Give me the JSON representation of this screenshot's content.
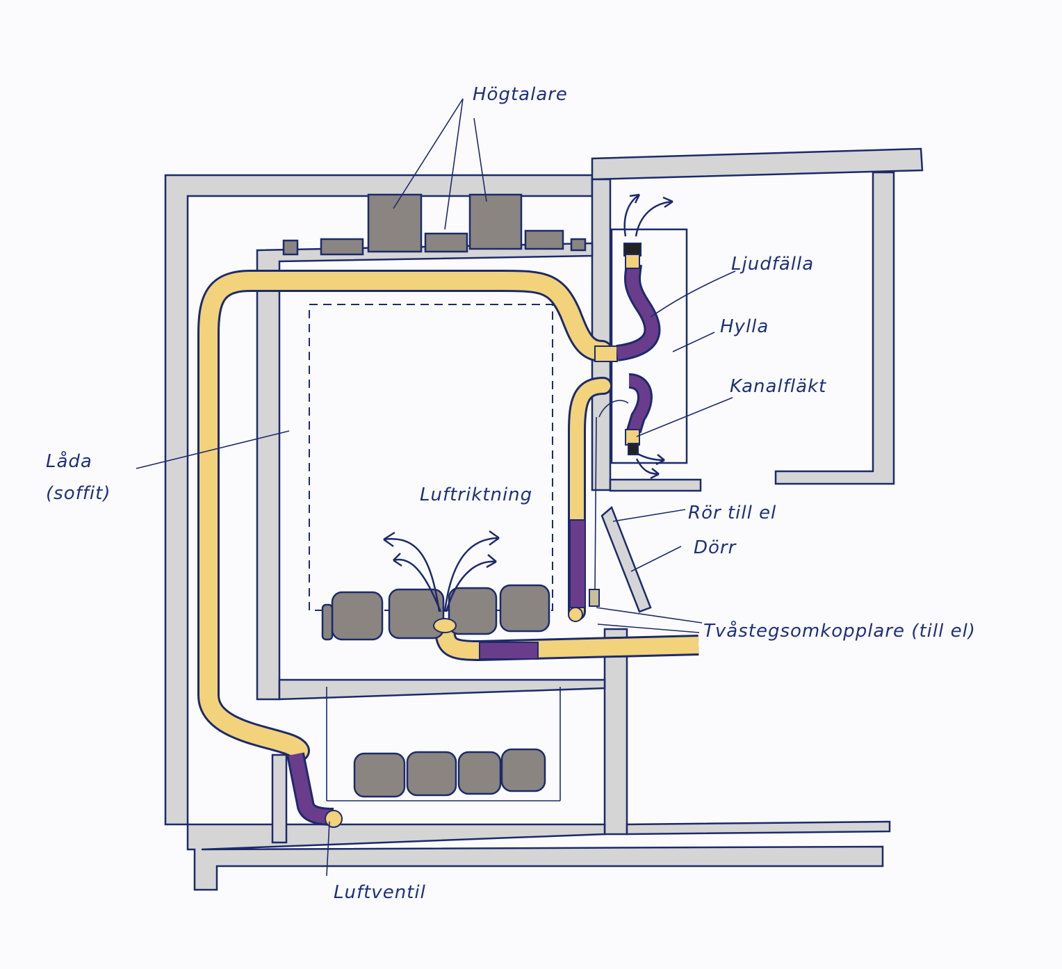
{
  "labels": {
    "speakers": "Högtalare",
    "sound_trap": "Ljudfälla",
    "shelf": "Hylla",
    "duct_fan": "Kanalfläkt",
    "box": "Låda",
    "box_sub": "(soffit)",
    "air_direction": "Luftriktning",
    "pipe_electric": "Rör till el",
    "door": "Dörr",
    "two_step_switch": "Tvåstegsomkopplare (till el)",
    "air_valve": "Luftventil"
  },
  "colors": {
    "ink": "#1c2a6b",
    "wall": "#d5d5d5",
    "duct": "#f2d27a",
    "hose": "#6a3c8c",
    "speaker": "#8a8580",
    "paper": "#fbfbfd"
  }
}
